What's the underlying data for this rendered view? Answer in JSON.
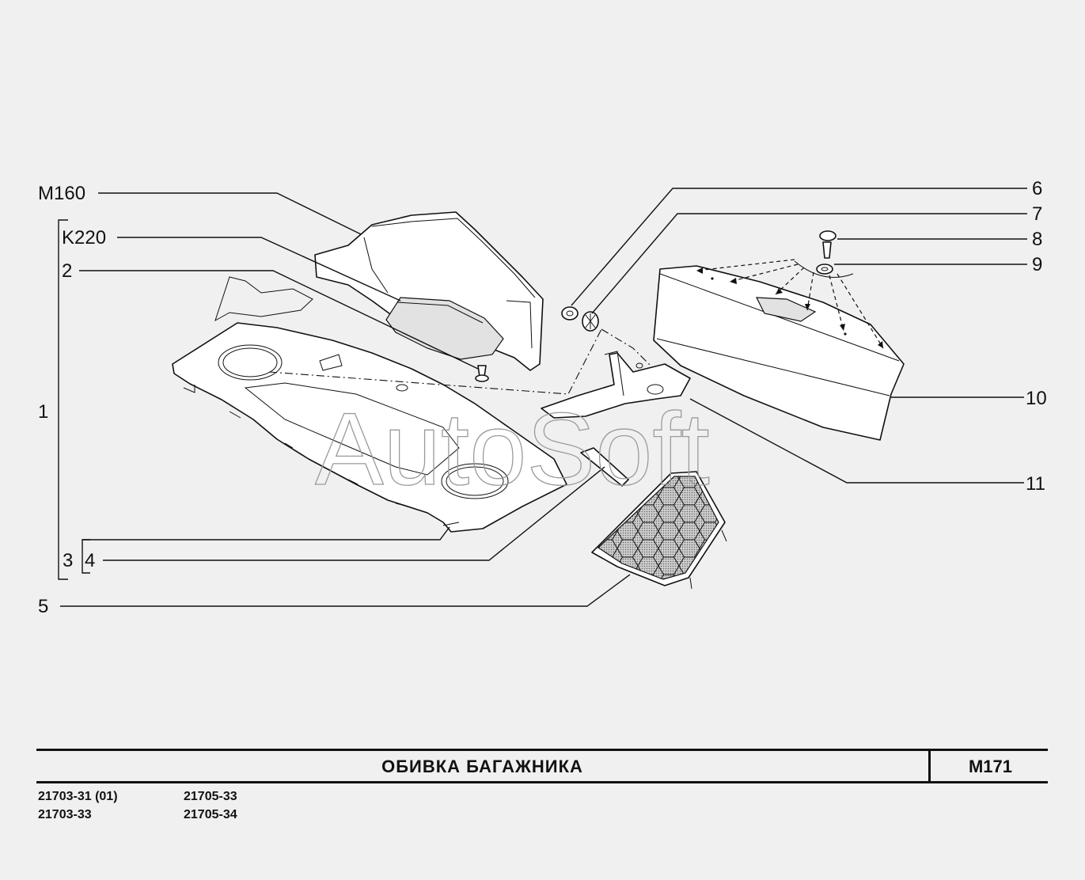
{
  "callouts": {
    "m160": "M160",
    "k220": "K220",
    "n1": "1",
    "n2": "2",
    "n3": "3",
    "n4": "4",
    "n5": "5",
    "n6": "6",
    "n7": "7",
    "n8": "8",
    "n9": "9",
    "n10": "10",
    "n11": "11"
  },
  "watermark": "AutoSoft",
  "title_block": {
    "title": "ОБИВКА  БАГАЖНИКА",
    "code": "M171"
  },
  "models": {
    "col1": [
      "21703-31 (01)",
      "21703-33"
    ],
    "col2": [
      "21705-33",
      "21705-34"
    ]
  }
}
